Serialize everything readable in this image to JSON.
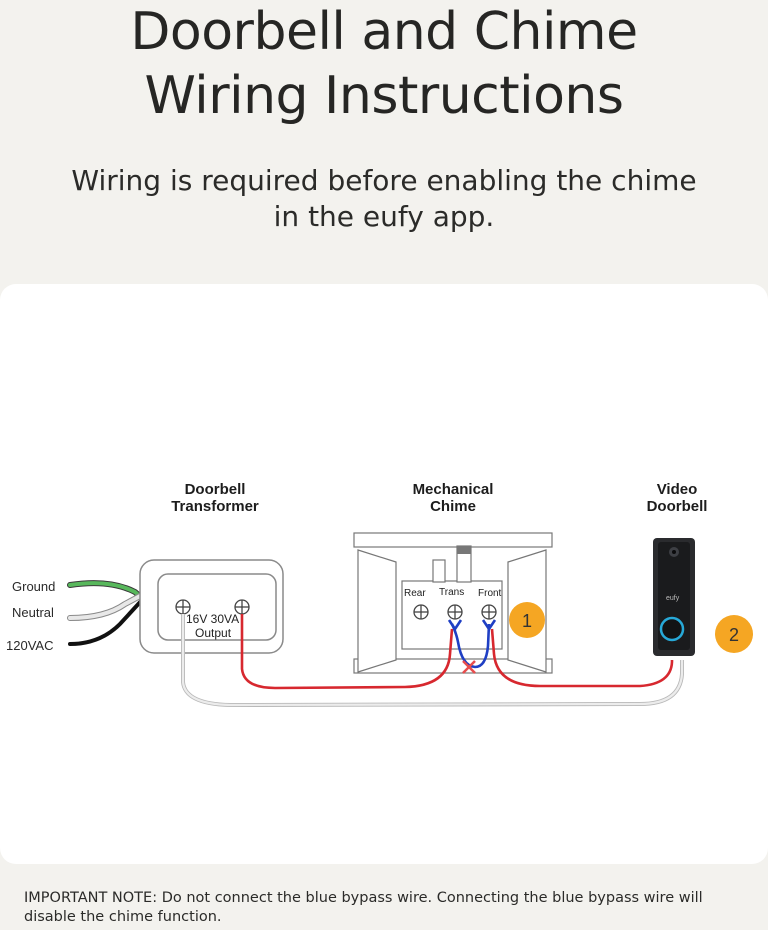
{
  "title": [
    "Doorbell and Chime",
    "Wiring Instructions"
  ],
  "subtitle": "Wiring is required before enabling the chime in the eufy app.",
  "diagram": {
    "labels": {
      "transformer": [
        "Doorbell",
        "Transformer"
      ],
      "chime": [
        "Mechanical",
        "Chime"
      ],
      "doorbell": [
        "Video",
        "Doorbell"
      ]
    },
    "mains_labels": [
      "Ground",
      "Neutral",
      "120VAC"
    ],
    "transformer_text": [
      "16V 30VA",
      "Output"
    ],
    "chime_terminals": [
      "Rear",
      "Trans",
      "Front"
    ],
    "doorbell_brand": "eufy",
    "badges": [
      "1",
      "2"
    ],
    "colors": {
      "red_wire": "#d7282f",
      "blue_wire": "#1f3fc4",
      "gray_wire": "#cfcfcf",
      "green_wire": "#4caf50",
      "badge": "#f5a623",
      "x_mark": "#e84c4c"
    }
  },
  "note": "IMPORTANT NOTE: Do not connect the blue bypass wire. Connecting the blue bypass wire will disable the chime function."
}
